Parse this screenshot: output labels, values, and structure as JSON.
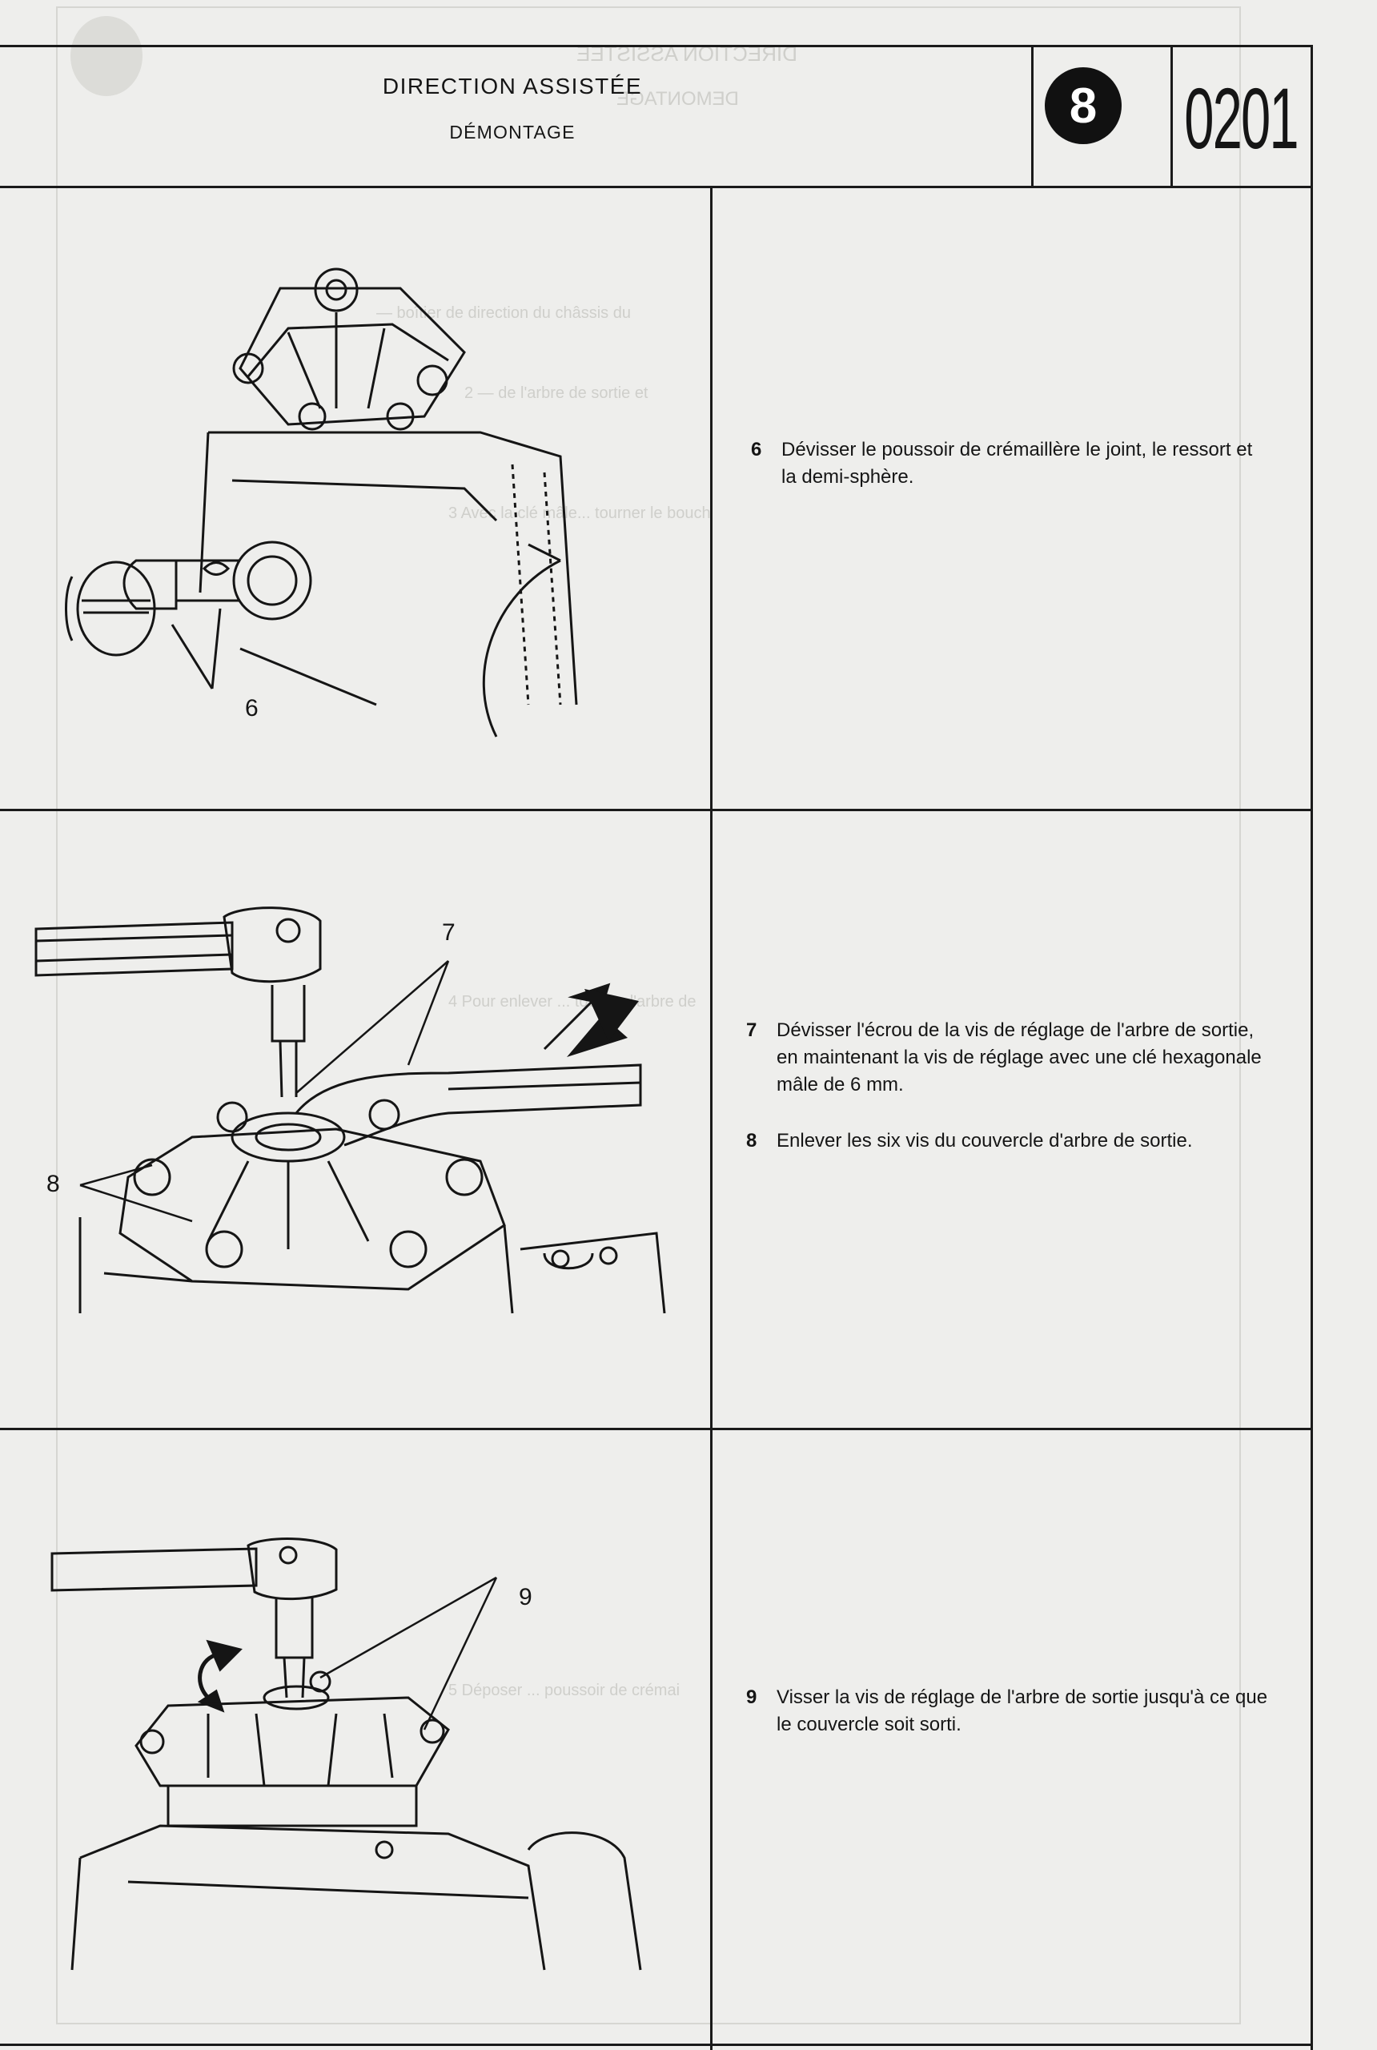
{
  "header": {
    "title": "DIRECTION ASSISTÉE",
    "subtitle": "DÉMONTAGE",
    "section_number": "8",
    "page_code": "0201"
  },
  "steps": [
    {
      "number": "6",
      "text": "Dévisser le poussoir de crémaillère le joint, le ressort et la demi-sphère."
    },
    {
      "number": "7",
      "text": "Dévisser l'écrou de la vis de réglage de l'arbre de sortie, en maintenant la vis de réglage avec une clé hexagonale mâle de 6 mm."
    },
    {
      "number": "8",
      "text": "Enlever les six vis du couvercle d'arbre de sortie."
    },
    {
      "number": "9",
      "text": "Visser la vis de réglage de l'arbre de sortie jusqu'à ce que le couvercle soit sorti."
    }
  ],
  "callouts": {
    "fig1": "6",
    "fig2_a": "7",
    "fig2_b": "8",
    "fig3": "9"
  },
  "colors": {
    "ink": "#151515",
    "paper": "#eeeeec"
  }
}
